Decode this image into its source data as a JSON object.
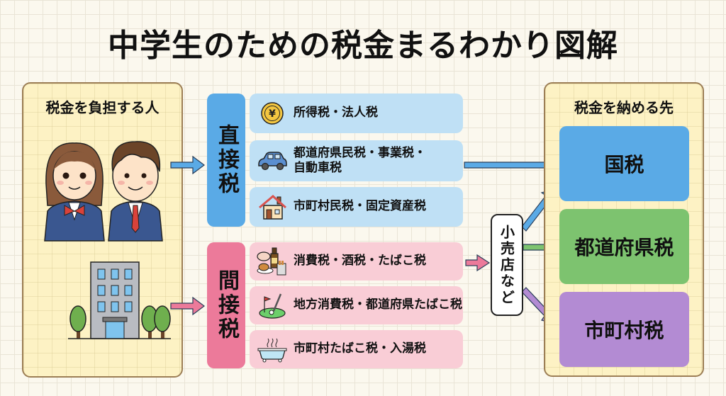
{
  "title": "中学生のための税金まるわかり図解",
  "left_panel": {
    "title": "税金を負担する人",
    "images": [
      "students-illustration",
      "office-building-illustration"
    ]
  },
  "direct_tax": {
    "label": "直接税",
    "color": "#5aaae6",
    "item_color": "#bfe0f5",
    "items": [
      {
        "icon": "yen-coin-icon",
        "text": "所得税・法人税"
      },
      {
        "icon": "car-icon",
        "text": "都道府県民税・事業税・\n自動車税"
      },
      {
        "icon": "house-icon",
        "text": "市町村民税・固定資産税"
      }
    ]
  },
  "indirect_tax": {
    "label": "間接税",
    "color": "#ec7a9a",
    "item_color": "#f9cdd6",
    "items": [
      {
        "icon": "food-drink-tobacco-icon",
        "text": "消費税・酒税・たばこ税"
      },
      {
        "icon": "golf-icon",
        "text": "地方消費税・都道府県たばこ税"
      },
      {
        "icon": "bathtub-icon",
        "text": "市町村たばこ税・入湯税"
      }
    ]
  },
  "intermediary": {
    "label": "小売店など"
  },
  "right_panel": {
    "title": "税金を納める先",
    "destinations": [
      {
        "label": "国税",
        "color": "#5aaae6"
      },
      {
        "label": "都道府県税",
        "color": "#7dc36f"
      },
      {
        "label": "市町村税",
        "color": "#b38bd3"
      }
    ]
  }
}
